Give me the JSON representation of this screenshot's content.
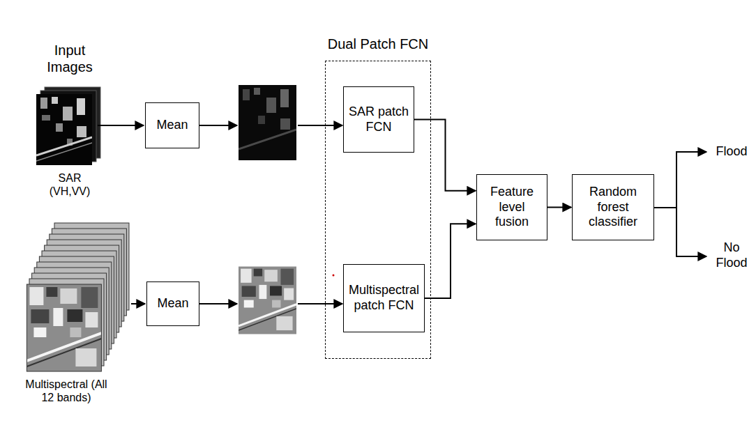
{
  "diagram": {
    "nodes": [
      {
        "text": [
          "Mean"
        ]
      },
      {
        "text": [
          "Mean"
        ]
      },
      {
        "text": [
          "Dual Patch FCN"
        ]
      },
      {
        "text": [
          "SAR patch FCN"
        ],
        "in": 2
      },
      {
        "text": [
          "Multispectral patch FCN"
        ],
        "in": 2
      },
      {
        "text": [
          "Feature level fusion"
        ]
      },
      {
        "text": [
          "Random forest classifier"
        ]
      }
    ],
    "edges": [
      {
        "from": 3,
        "to": 5,
        "arrow": "to"
      },
      {
        "from": 4,
        "to": 5,
        "arrow": "to"
      },
      {
        "from": 5,
        "to": 6,
        "arrow": "to"
      }
    ],
    "labels": [
      "Input Images",
      "SAR (VH,VV)",
      "Multispectral (All 12 bands)",
      "Flood",
      "No Flood"
    ]
  }
}
